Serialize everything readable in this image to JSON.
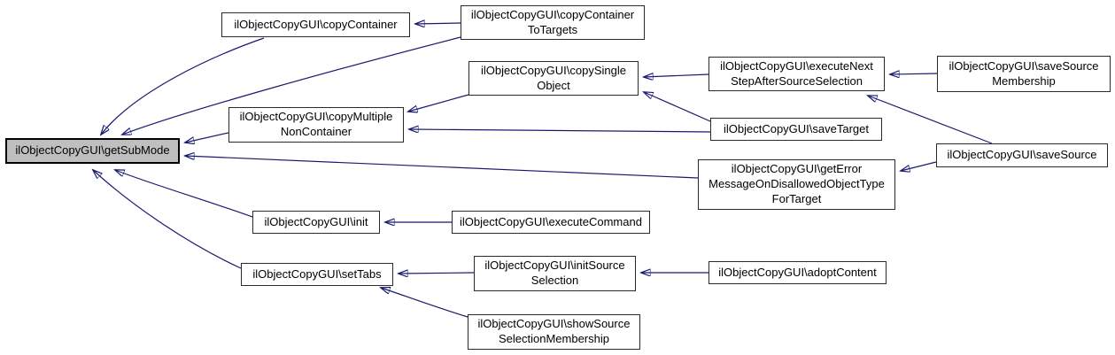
{
  "diagram": {
    "kind": "caller-graph",
    "colors": {
      "edge": "#191970",
      "node_fill": "#ffffff",
      "node_border": "#2a2a2a",
      "focus_node_fill": "#bfbfbf",
      "background": "#ffffff"
    },
    "nodes": {
      "getSubMode": {
        "label": "ilObjectCopyGUI\\getSubMode",
        "focused": true
      },
      "copyContainer": {
        "label": "ilObjectCopyGUI\\copyContainer"
      },
      "copyContainerToTargets": {
        "label": "ilObjectCopyGUI\\copyContainer\nToTargets"
      },
      "copySingleObject": {
        "label": "ilObjectCopyGUI\\copySingle\nObject"
      },
      "executeNextStepAfterSourceSelection": {
        "label": "ilObjectCopyGUI\\executeNext\nStepAfterSourceSelection"
      },
      "saveSourceMembership": {
        "label": "ilObjectCopyGUI\\saveSource\nMembership"
      },
      "copyMultipleNonContainer": {
        "label": "ilObjectCopyGUI\\copyMultiple\nNonContainer"
      },
      "saveTarget": {
        "label": "ilObjectCopyGUI\\saveTarget"
      },
      "saveSource": {
        "label": "ilObjectCopyGUI\\saveSource"
      },
      "getErrorMessageOnDisallowedObjectTypeForTarget": {
        "label": "ilObjectCopyGUI\\getError\nMessageOnDisallowedObjectType\nForTarget"
      },
      "init": {
        "label": "ilObjectCopyGUI\\init"
      },
      "executeCommand": {
        "label": "ilObjectCopyGUI\\executeCommand"
      },
      "setTabs": {
        "label": "ilObjectCopyGUI\\setTabs"
      },
      "initSourceSelection": {
        "label": "ilObjectCopyGUI\\initSource\nSelection"
      },
      "adoptContent": {
        "label": "ilObjectCopyGUI\\adoptContent"
      },
      "showSourceSelectionMembership": {
        "label": "ilObjectCopyGUI\\showSource\nSelectionMembership"
      }
    },
    "edges": [
      {
        "from": "copyContainerToTargets",
        "to": "copyContainer"
      },
      {
        "from": "copyContainer",
        "to": "getSubMode"
      },
      {
        "from": "copyContainerToTargets",
        "to": "getSubMode"
      },
      {
        "from": "executeNextStepAfterSourceSelection",
        "to": "copySingleObject"
      },
      {
        "from": "saveTarget",
        "to": "copySingleObject"
      },
      {
        "from": "copySingleObject",
        "to": "copyMultipleNonContainer"
      },
      {
        "from": "saveTarget",
        "to": "copyMultipleNonContainer"
      },
      {
        "from": "copyMultipleNonContainer",
        "to": "getSubMode"
      },
      {
        "from": "getErrorMessageOnDisallowedObjectTypeForTarget",
        "to": "getSubMode"
      },
      {
        "from": "saveSourceMembership",
        "to": "executeNextStepAfterSourceSelection"
      },
      {
        "from": "saveSource",
        "to": "executeNextStepAfterSourceSelection"
      },
      {
        "from": "saveSource",
        "to": "getErrorMessageOnDisallowedObjectTypeForTarget"
      },
      {
        "from": "executeCommand",
        "to": "init"
      },
      {
        "from": "init",
        "to": "getSubMode"
      },
      {
        "from": "setTabs",
        "to": "getSubMode"
      },
      {
        "from": "initSourceSelection",
        "to": "setTabs"
      },
      {
        "from": "adoptContent",
        "to": "initSourceSelection"
      },
      {
        "from": "showSourceSelectionMembership",
        "to": "setTabs"
      }
    ]
  }
}
